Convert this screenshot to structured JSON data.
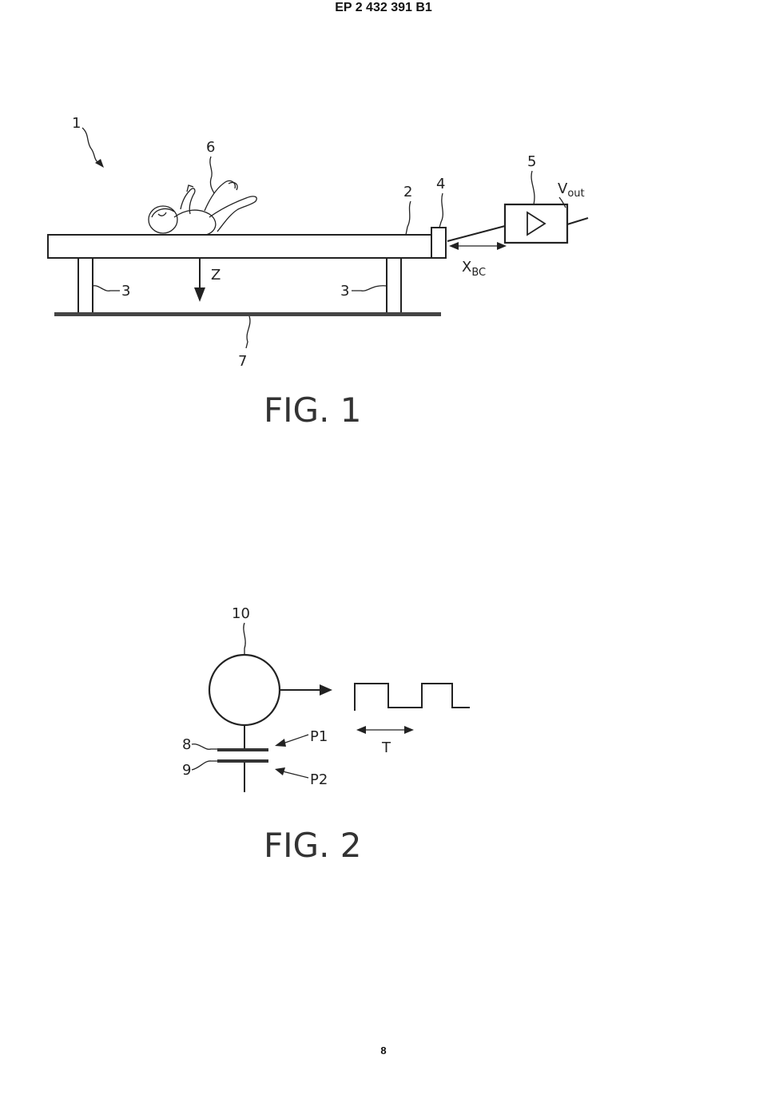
{
  "header": {
    "doc_number": "EP 2 432 391 B1"
  },
  "figure1": {
    "caption": "FIG. 1",
    "labels": {
      "system": "1",
      "infant": "6",
      "mattress": "2",
      "sensor": "4",
      "amplifier": "5",
      "output_main": "V",
      "output_sub": "out",
      "support_left": "3",
      "support_right": "3",
      "axis": "Z",
      "distance_main": "X",
      "distance_sub": "BC",
      "floor": "7"
    }
  },
  "figure2": {
    "caption": "FIG. 2",
    "labels": {
      "oscillator": "10",
      "plate_top": "8",
      "plate_bottom": "9",
      "p1": "P1",
      "p2": "P2",
      "period": "T"
    }
  },
  "footer": {
    "page_number": "8"
  }
}
